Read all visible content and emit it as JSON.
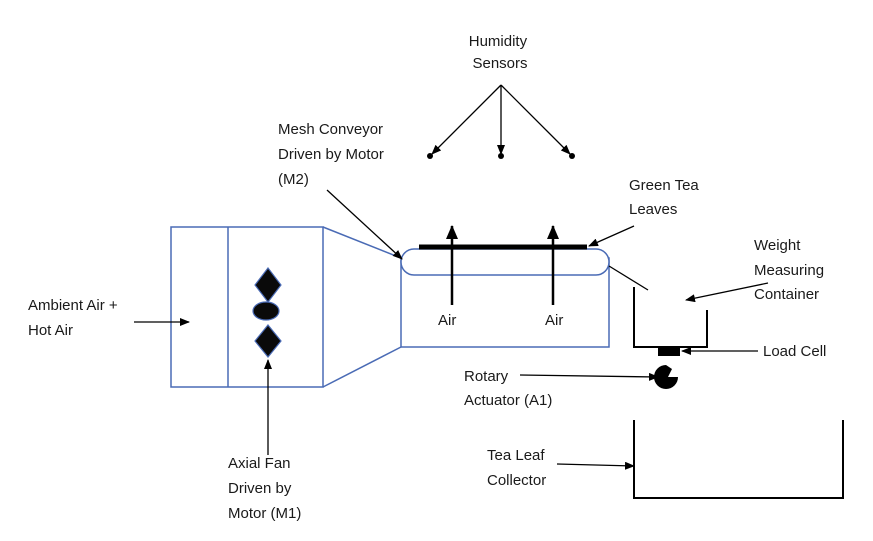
{
  "labels": {
    "humidity_sensors": [
      "Humidity",
      "Sensors"
    ],
    "mesh_conveyor": [
      "Mesh Conveyor",
      "Driven by Motor",
      "(M2)"
    ],
    "green_tea_leaves": [
      "Green Tea",
      "Leaves"
    ],
    "weight_container": [
      "Weight",
      "Measuring",
      "Container"
    ],
    "ambient_air": [
      "Ambient Air +",
      "Hot Air"
    ],
    "air": "Air",
    "load_cell": "Load Cell",
    "rotary_actuator": [
      "Rotary",
      "Actuator (A1)"
    ],
    "tea_leaf_collector": [
      "Tea Leaf",
      "Collector"
    ],
    "axial_fan": [
      "Axial Fan",
      "Driven by",
      "Motor (M1)"
    ]
  },
  "colors": {
    "outline_blue": "#4a6bb5",
    "line": "#000000",
    "fan_fill": "#0a0a0a"
  }
}
